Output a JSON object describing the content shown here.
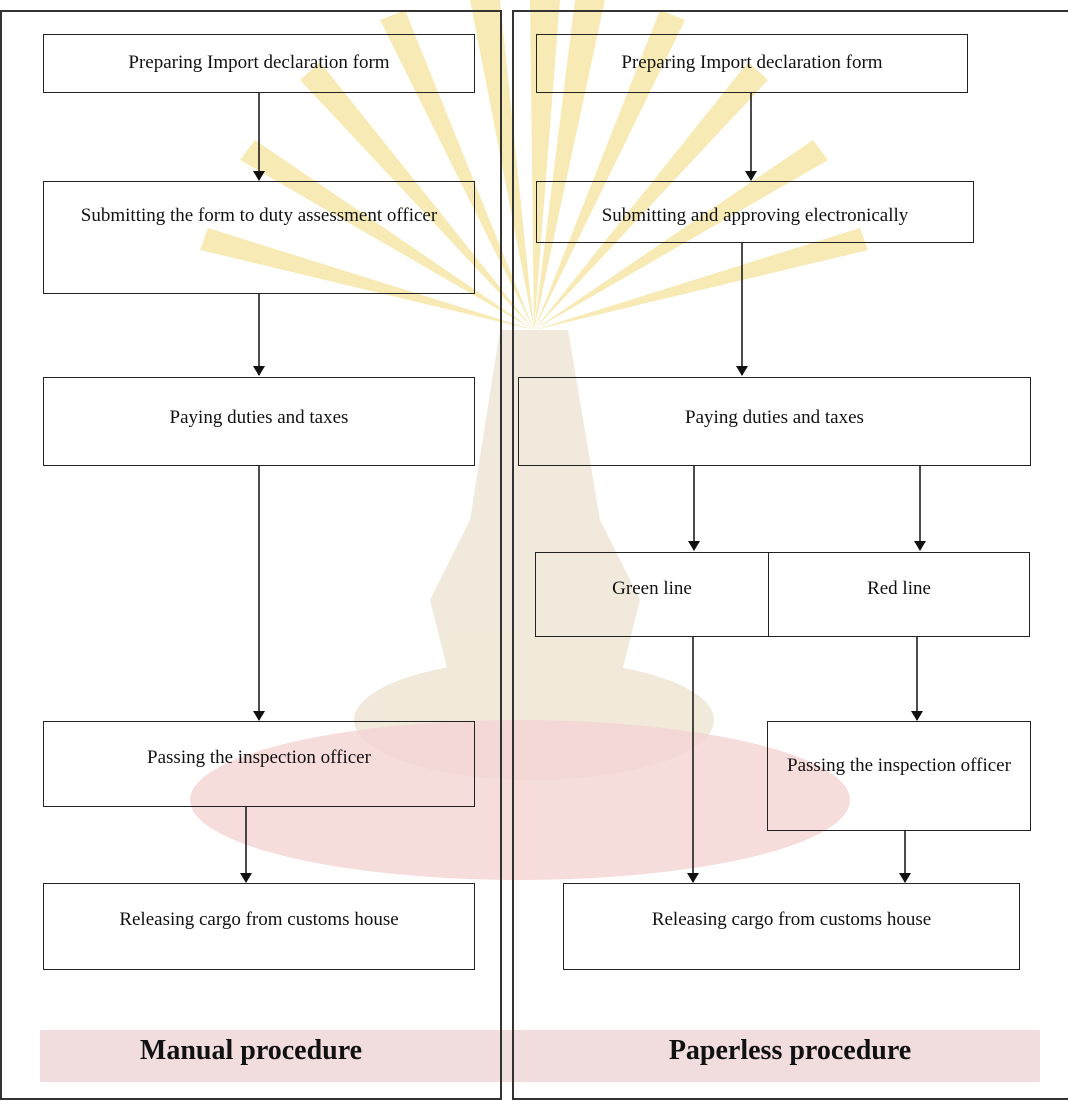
{
  "manual": {
    "title": "Manual procedure",
    "steps": {
      "prepare": "Preparing Import declaration form",
      "submit": "Submitting the form to duty assessment officer",
      "pay": "Paying duties and taxes",
      "inspect": "Passing the inspection officer",
      "release": "Releasing cargo from customs house"
    }
  },
  "paperless": {
    "title": "Paperless procedure",
    "steps": {
      "prepare": "Preparing Import declaration form",
      "submit": "Submitting and approving electronically",
      "pay": "Paying duties and taxes",
      "green": "Green line",
      "red": "Red line",
      "inspect": "Passing the inspection officer",
      "release": "Releasing cargo from customs house"
    }
  },
  "colors": {
    "watermark_rays": "#f7e7a8",
    "watermark_body": "#eee4d2",
    "watermark_oval": "#f5d3d3",
    "watermark_text": "#efd9d9"
  }
}
